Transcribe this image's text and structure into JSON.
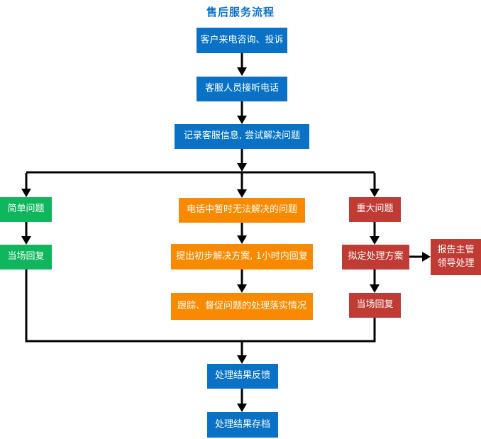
{
  "title": "售后服务流程",
  "colors": {
    "blue": "#0a72c6",
    "green": "#10b65e",
    "orange": "#f98a00",
    "red": "#c03b33",
    "line": "#000000",
    "label_text": "#ffffff",
    "title_text": "#0a72c6"
  },
  "nodes": {
    "start": "客户来电咨询、投诉",
    "answer": "客服人员接听电话",
    "record": "记录客服信息, 尝试解决问题",
    "simple": "简单问题",
    "simple_reply": "当场回复",
    "phone_unsolved": "电话中暂时无法解决的问题",
    "propose": "提出初步解决方案, 1小时内回复",
    "track": "跟踪、督促问题的处理落实情况",
    "major": "重大问题",
    "plan": "拟定处理方案",
    "report": "报告主管领导处理",
    "major_reply": "当场回复",
    "feedback": "处理结果反馈",
    "archive": "处理结果存档"
  },
  "edges": [
    {
      "from": "start",
      "to": "answer"
    },
    {
      "from": "answer",
      "to": "record"
    },
    {
      "from": "record",
      "to": "simple"
    },
    {
      "from": "record",
      "to": "phone_unsolved"
    },
    {
      "from": "record",
      "to": "major"
    },
    {
      "from": "simple",
      "to": "simple_reply"
    },
    {
      "from": "phone_unsolved",
      "to": "propose"
    },
    {
      "from": "propose",
      "to": "track"
    },
    {
      "from": "major",
      "to": "plan"
    },
    {
      "from": "plan",
      "to": "report"
    },
    {
      "from": "plan",
      "to": "major_reply"
    },
    {
      "from": "simple_reply",
      "to": "feedback"
    },
    {
      "from": "track",
      "to": "feedback"
    },
    {
      "from": "major_reply",
      "to": "feedback"
    },
    {
      "from": "feedback",
      "to": "archive"
    }
  ]
}
